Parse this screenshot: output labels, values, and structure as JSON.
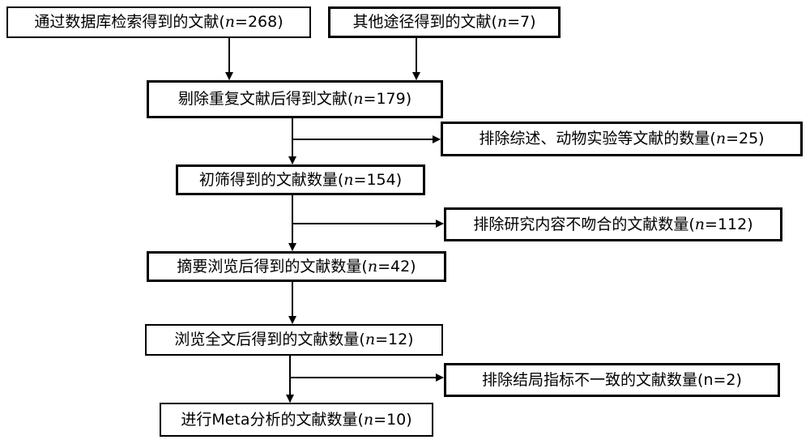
{
  "boxes": [
    {
      "id": "db",
      "pre": "通过数据库检索得到的文献(",
      "post": "=268)"
    },
    {
      "id": "other",
      "pre": "其他途径得到的文献(",
      "post": "=7)"
    },
    {
      "id": "dedup",
      "pre": "剔除重复文献后得到文献(",
      "post": "=179)"
    },
    {
      "id": "excl1",
      "pre": "排除综述、动物实验等文献的数量(",
      "post": "=25)"
    },
    {
      "id": "screen",
      "pre": "初筛得到的文献数量(",
      "post": "=154)"
    },
    {
      "id": "excl2",
      "pre": "排除研究内容不吻合的文献数量(",
      "post": "=112)"
    },
    {
      "id": "abstract",
      "pre": "摘要浏览后得到的文献数量(",
      "post": "=42)"
    },
    {
      "id": "fulltext",
      "pre": "浏览全文后得到的文献数量(",
      "post": "=12)"
    },
    {
      "id": "excl3",
      "pre": "排除结局指标不一致的文献数量(n=2)",
      "post": ""
    },
    {
      "id": "meta",
      "pre": "进行Meta分析的文献数量(",
      "post": "=10)"
    }
  ],
  "n_symbol": "n"
}
